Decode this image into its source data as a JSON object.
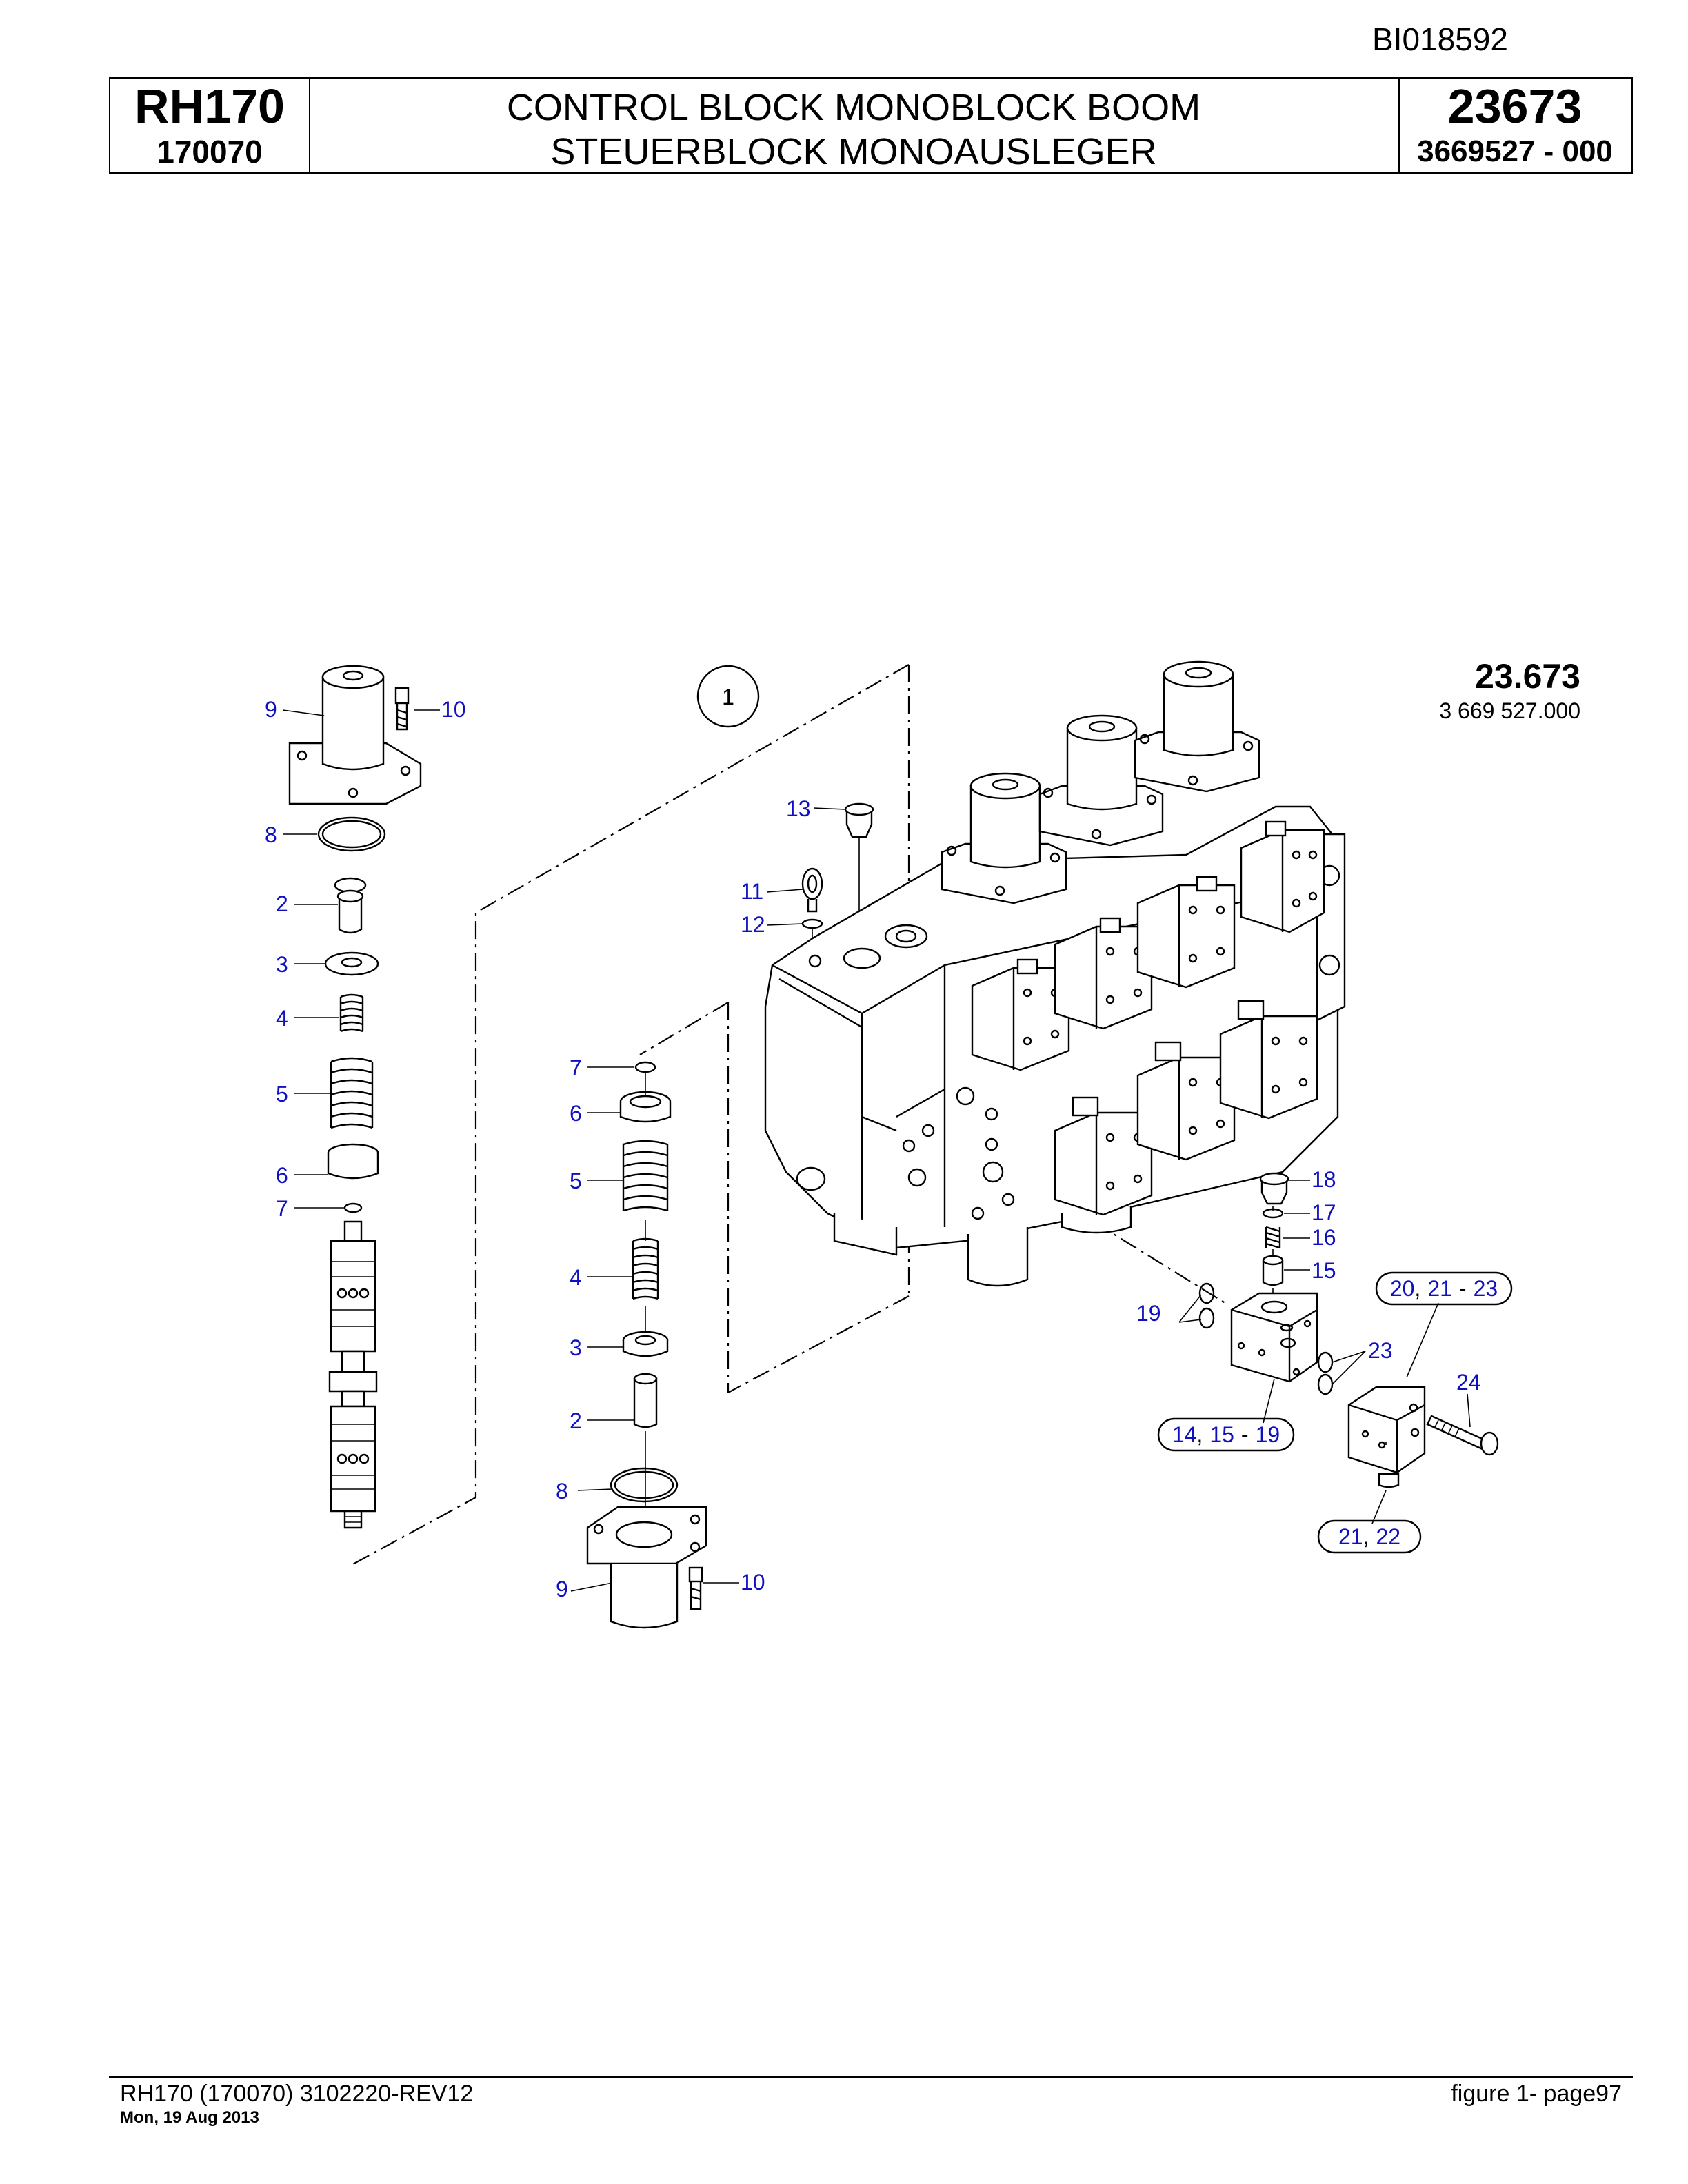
{
  "doc_id": "BI018592",
  "header": {
    "model": "RH170",
    "serial": "170070",
    "title_en": "CONTROL BLOCK MONOBLOCK BOOM",
    "title_de": "STEUERBLOCK MONOAUSLEGER",
    "figure_number": "23673",
    "part_number": "3669527  - 000"
  },
  "diagram": {
    "reference_title": "23.673",
    "reference_subtitle": "3 669 527.000",
    "circle_label": "1",
    "callouts_left_stack": [
      "9",
      "10",
      "8",
      "2",
      "3",
      "4",
      "5",
      "6",
      "7"
    ],
    "callouts_middle_stack": [
      "7",
      "6",
      "5",
      "4",
      "3",
      "2",
      "8",
      "9",
      "10"
    ],
    "callouts_top": [
      "13",
      "11",
      "12"
    ],
    "callouts_right": [
      "18",
      "17",
      "16",
      "15",
      "19",
      "23",
      "24"
    ],
    "group_callouts": [
      {
        "parts": [
          "20",
          "21",
          "23"
        ],
        "separators": [
          ",",
          "-"
        ]
      },
      {
        "parts": [
          "14",
          "15",
          "19"
        ],
        "separators": [
          ",",
          "-"
        ]
      },
      {
        "parts": [
          "21",
          "22"
        ],
        "separators": [
          ","
        ]
      }
    ]
  },
  "footer": {
    "left": "RH170 (170070) 3102220-REV12",
    "date": "Mon, 19 Aug 2013",
    "right": "figure  1- page97"
  }
}
